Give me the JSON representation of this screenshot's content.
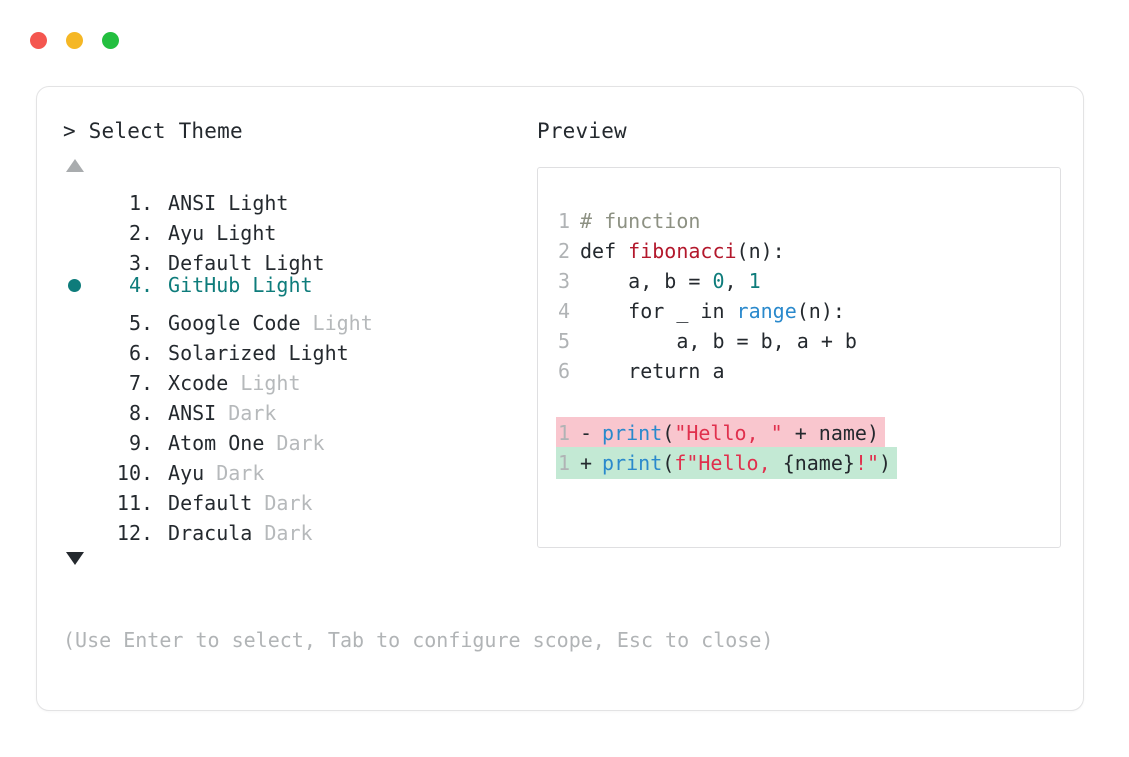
{
  "window": {
    "dots": [
      {
        "name": "close-dot",
        "color": "#f4564f"
      },
      {
        "name": "minimize-dot",
        "color": "#f5b725"
      },
      {
        "name": "maximize-dot",
        "color": "#23bf3f"
      }
    ]
  },
  "picker": {
    "prompt": "> Select Theme",
    "preview_heading": "Preview",
    "scroll_up_icon": "triangle-up-icon",
    "scroll_down_icon": "triangle-down-icon",
    "hint": "(Use Enter to select, Tab to configure scope, Esc to close)",
    "selected_index": 4,
    "accent_color": "#0e7c7b",
    "themes": [
      {
        "index": "1",
        "dot": ".",
        "name": "ANSI",
        "variant": "Light",
        "variant_muted": false,
        "selected": false
      },
      {
        "index": "2",
        "dot": ".",
        "name": "Ayu",
        "variant": "Light",
        "variant_muted": false,
        "selected": false
      },
      {
        "index": "3",
        "dot": ".",
        "name": "Default",
        "variant": "Light",
        "variant_muted": false,
        "selected": false
      },
      {
        "index": "4",
        "dot": ".",
        "name": "GitHub",
        "variant": "Light",
        "variant_muted": false,
        "selected": true
      },
      {
        "index": "5",
        "dot": ".",
        "name": "Google Code",
        "variant": "Light",
        "variant_muted": true,
        "selected": false
      },
      {
        "index": "6",
        "dot": ".",
        "name": "Solarized",
        "variant": "Light",
        "variant_muted": false,
        "selected": false
      },
      {
        "index": "7",
        "dot": ".",
        "name": "Xcode",
        "variant": "Light",
        "variant_muted": true,
        "selected": false
      },
      {
        "index": "8",
        "dot": ".",
        "name": "ANSI",
        "variant": "Dark",
        "variant_muted": true,
        "selected": false
      },
      {
        "index": "9",
        "dot": ".",
        "name": "Atom One",
        "variant": "Dark",
        "variant_muted": true,
        "selected": false
      },
      {
        "index": "10",
        "dot": ".",
        "name": "Ayu",
        "variant": "Dark",
        "variant_muted": true,
        "selected": false
      },
      {
        "index": "11",
        "dot": ".",
        "name": "Default",
        "variant": "Dark",
        "variant_muted": true,
        "selected": false
      },
      {
        "index": "12",
        "dot": ".",
        "name": "Dracula",
        "variant": "Dark",
        "variant_muted": true,
        "selected": false
      }
    ]
  },
  "preview": {
    "code_lines": [
      {
        "num": "1",
        "tokens": [
          {
            "t": "# function",
            "c": "comment"
          }
        ]
      },
      {
        "num": "2",
        "tokens": [
          {
            "t": "def ",
            "c": "kw"
          },
          {
            "t": "fibonacci",
            "c": "fn"
          },
          {
            "t": "(n):",
            "c": "plain"
          }
        ]
      },
      {
        "num": "3",
        "tokens": [
          {
            "t": "    a, b = ",
            "c": "plain"
          },
          {
            "t": "0",
            "c": "num"
          },
          {
            "t": ", ",
            "c": "plain"
          },
          {
            "t": "1",
            "c": "num"
          }
        ]
      },
      {
        "num": "4",
        "tokens": [
          {
            "t": "    for _ in ",
            "c": "plain"
          },
          {
            "t": "range",
            "c": "builtin"
          },
          {
            "t": "(n):",
            "c": "plain"
          }
        ]
      },
      {
        "num": "5",
        "tokens": [
          {
            "t": "        a, b = b, a + b",
            "c": "plain"
          }
        ]
      },
      {
        "num": "6",
        "tokens": [
          {
            "t": "    return a",
            "c": "plain"
          }
        ]
      }
    ],
    "diff_lines": [
      {
        "num": "1",
        "sign": "-",
        "kind": "removed",
        "bg": "#f9c6ce",
        "tokens": [
          {
            "t": "print",
            "c": "print"
          },
          {
            "t": "(",
            "c": "plain"
          },
          {
            "t": "\"Hello, \"",
            "c": "str"
          },
          {
            "t": " + name)",
            "c": "plain"
          }
        ]
      },
      {
        "num": "1",
        "sign": "+",
        "kind": "added",
        "bg": "#c3e9d4",
        "tokens": [
          {
            "t": "print",
            "c": "print"
          },
          {
            "t": "(",
            "c": "plain"
          },
          {
            "t": "f\"Hello, ",
            "c": "str"
          },
          {
            "t": "{name}",
            "c": "plain"
          },
          {
            "t": "!\"",
            "c": "str"
          },
          {
            "t": ")",
            "c": "plain"
          }
        ]
      }
    ]
  }
}
